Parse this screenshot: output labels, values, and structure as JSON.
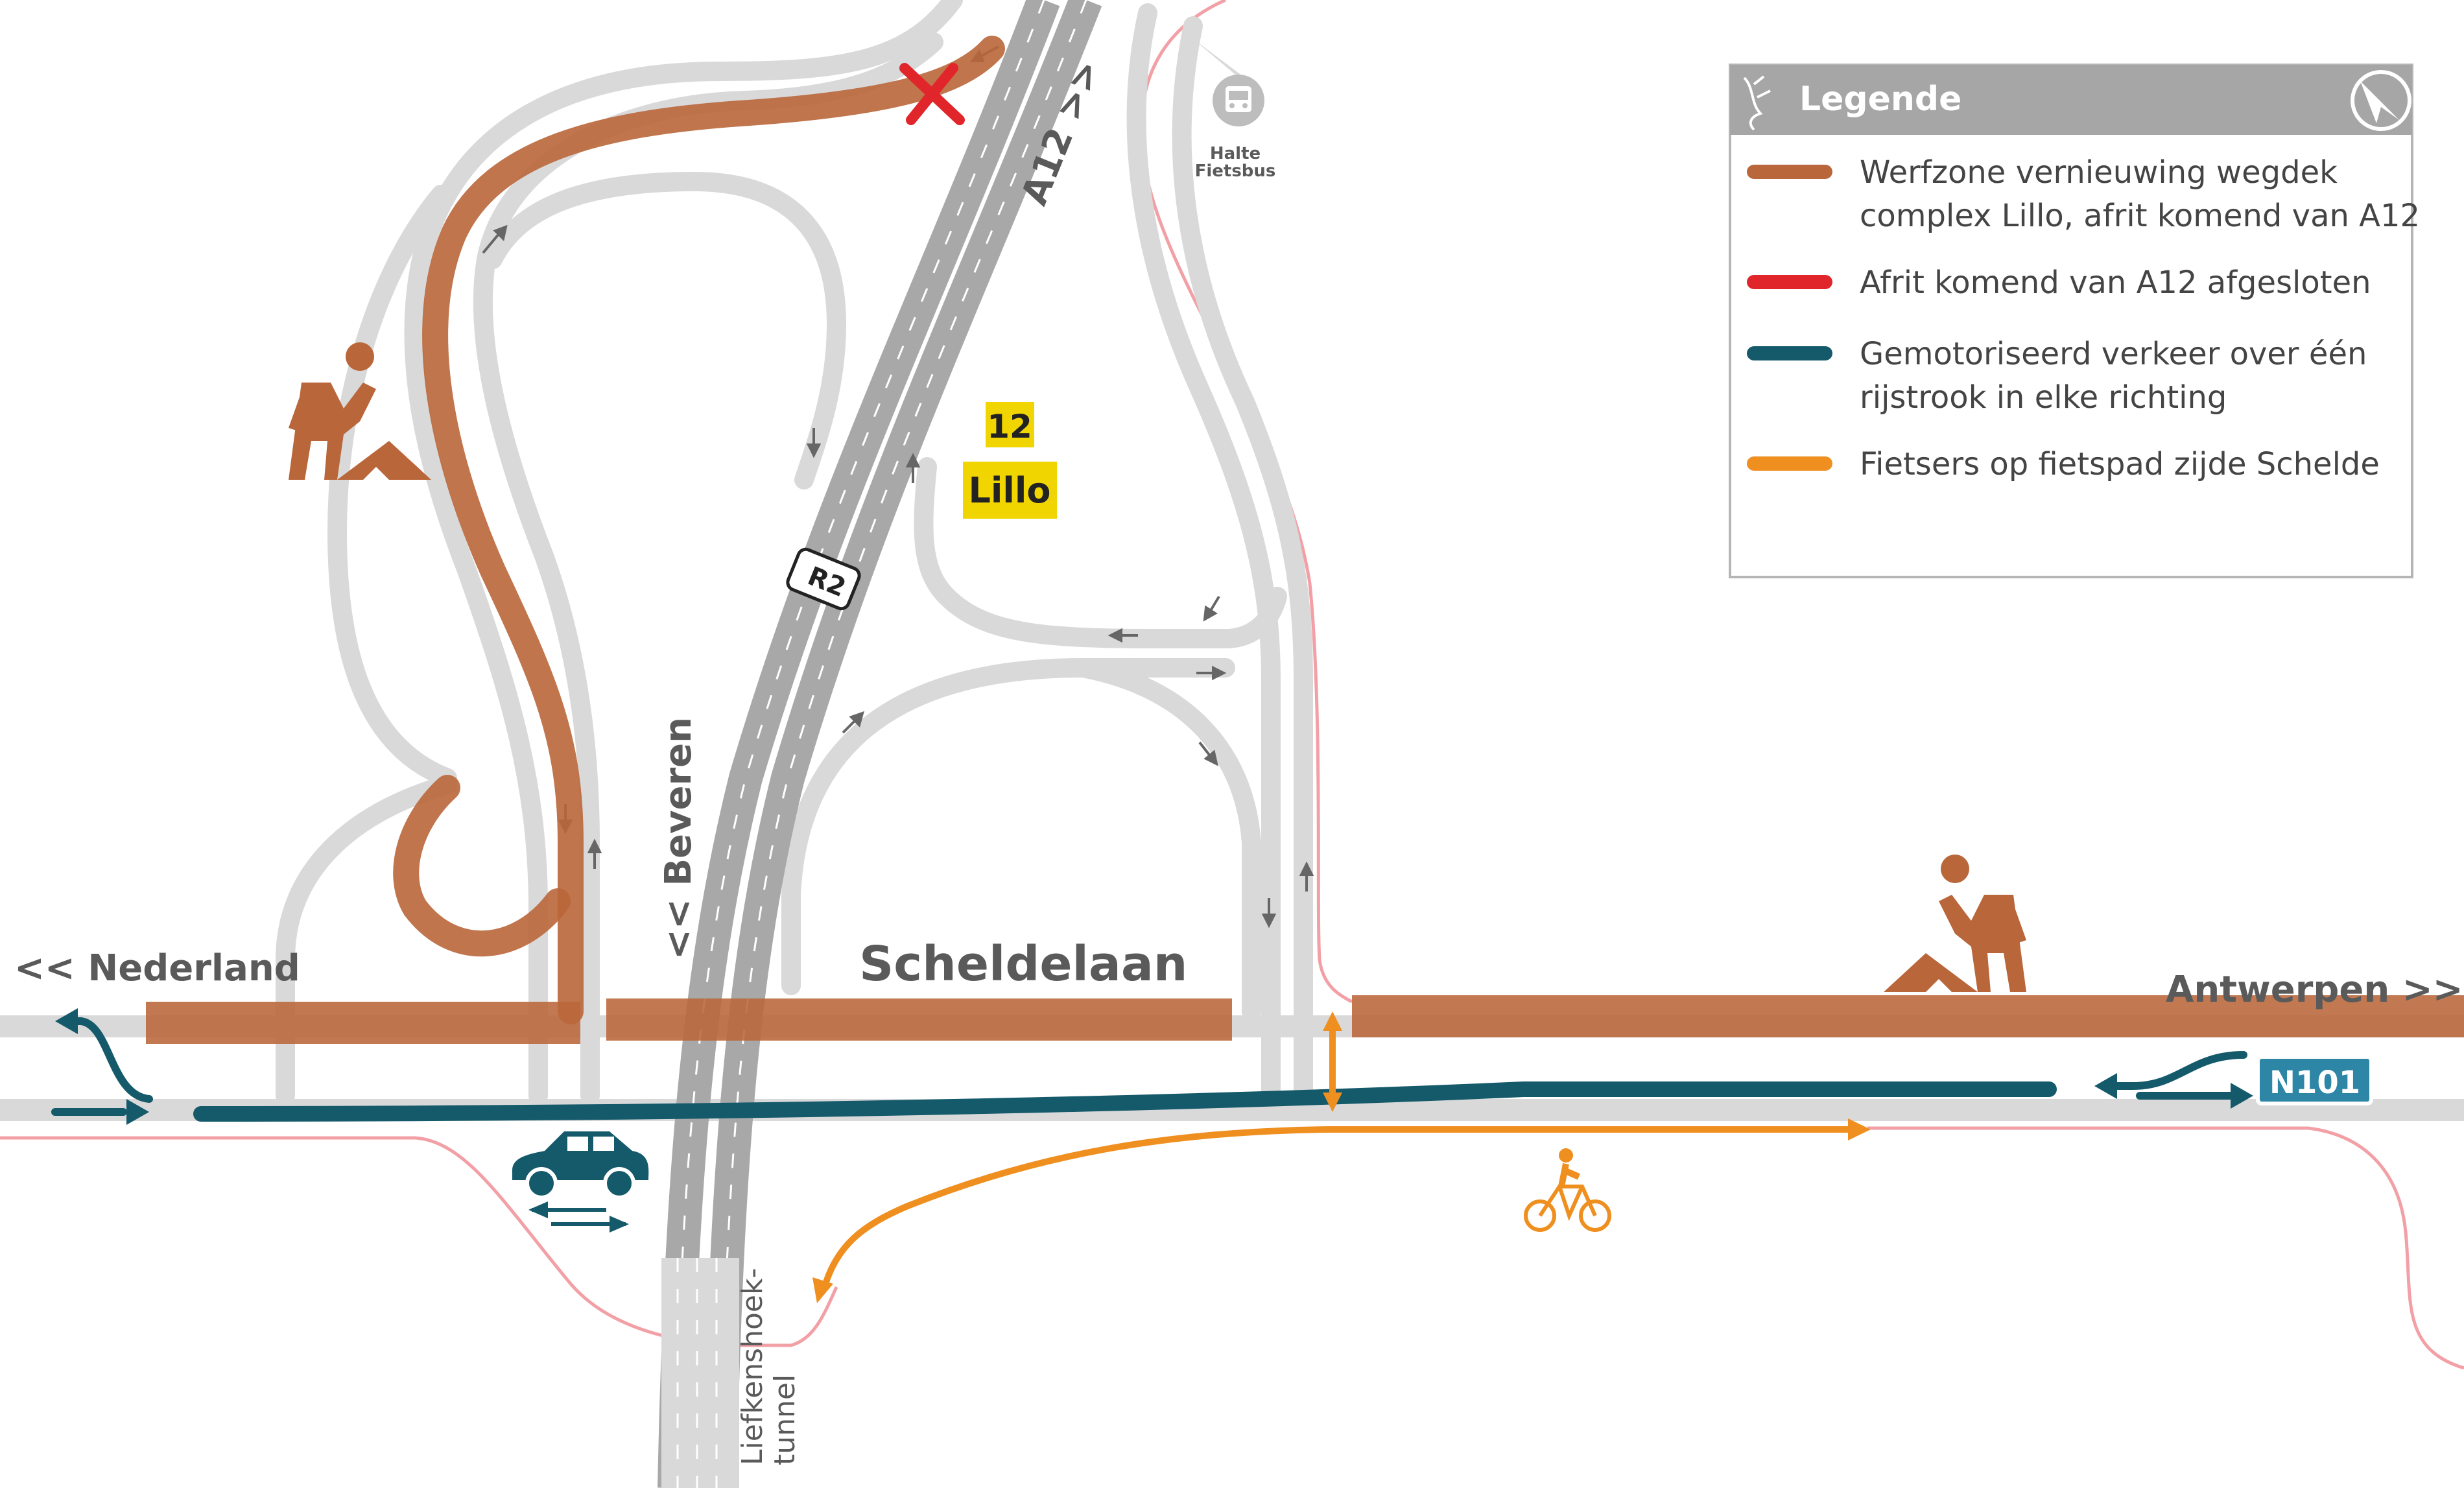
{
  "colors": {
    "road": "#d9d9d9",
    "motorway": "#a8a8a8",
    "worksite": "#b9663a",
    "closed": "#e0262a",
    "traffic": "#155a6b",
    "cyclist": "#ef8f1f",
    "boundary": "#f2a0a6",
    "badge_yellow": "#f0d500",
    "badge_blue": "#2e86a6"
  },
  "legend": {
    "title": "Legende",
    "items": [
      {
        "color": "#b9663a",
        "lines": [
          "Werfzone vernieuwing wegdek",
          "complex Lillo, afrit komend van A12"
        ]
      },
      {
        "color": "#e0262a",
        "lines": [
          "Afrit komend van A12 afgesloten"
        ]
      },
      {
        "color": "#155a6b",
        "lines": [
          "Gemotoriseerd verkeer over één",
          "rijstrook in elke richting"
        ]
      },
      {
        "color": "#ef8f1f",
        "lines": [
          "Fietsers op fietspad zijde Schelde"
        ]
      }
    ]
  },
  "labels": {
    "nederland": "<< Nederland",
    "antwerpen": "Antwerpen >>",
    "scheldelaan": "Scheldelaan",
    "beveren": "<< Beveren",
    "a12": "A12 >>",
    "r2": "R2",
    "exit_number": "12",
    "exit_name": "Lillo",
    "n101": "N101",
    "bus_stop_line1": "Halte",
    "bus_stop_line2": "Fietsbus",
    "tunnel_line1": "Liefkenshoek-",
    "tunnel_line2": "tunnel"
  },
  "icons": [
    "roadworks-icon",
    "car-icon",
    "bicycle-icon",
    "bus-stop-icon",
    "north-arrow-icon",
    "flanders-lion-icon"
  ]
}
